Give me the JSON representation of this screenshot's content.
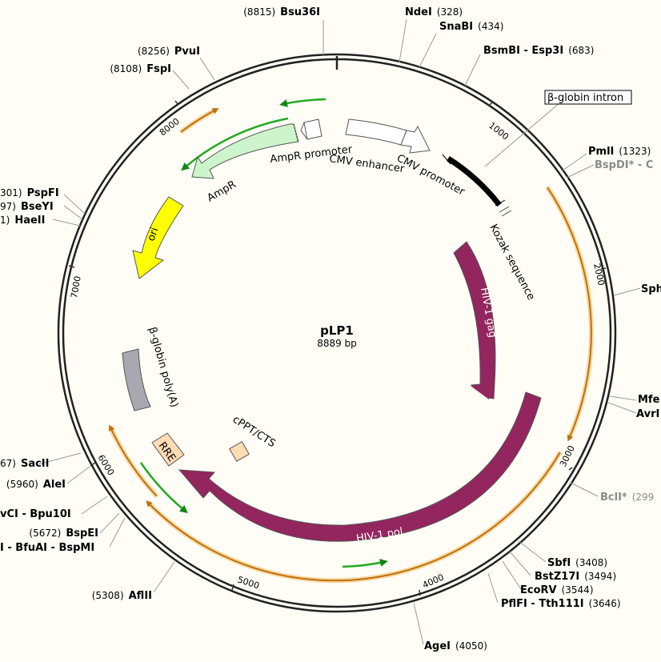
{
  "plasmid": {
    "name": "pLP1",
    "size_label": "8889 bp"
  },
  "ticks": [
    "1000",
    "2000",
    "3000",
    "4000",
    "5000",
    "6000",
    "7000",
    "8000"
  ],
  "sites": {
    "bsu36i": {
      "name": "Bsu36I",
      "pos": "(8815)"
    },
    "ndei": {
      "name": "NdeI",
      "pos": "(328)"
    },
    "snabi": {
      "name": "SnaBI",
      "pos": "(434)"
    },
    "bsmbi": {
      "name": "BsmBI - Esp3I",
      "pos": "(683)"
    },
    "pvui": {
      "name": "PvuI",
      "pos": "(8256)"
    },
    "fspi": {
      "name": "FspI",
      "pos": "(8108)"
    },
    "pmli": {
      "name": "PmlI",
      "pos": "(1323)"
    },
    "bspdi": {
      "name": "BspDI* - C"
    },
    "psp": {
      "name": "PspFI",
      "pos": "301)"
    },
    "bseyi": {
      "name": "BseYI",
      "pos": "97)"
    },
    "haeii": {
      "name": "HaeII",
      "pos": "1)"
    },
    "sph": {
      "name": "Sph"
    },
    "mfe": {
      "name": "Mfe"
    },
    "avr": {
      "name": "AvrI"
    },
    "bcli": {
      "name": "BclI*",
      "pos": "(299"
    },
    "sacii": {
      "name": "SacII",
      "pos": "67)"
    },
    "alei": {
      "name": "AleI",
      "pos": "(5960)"
    },
    "bpu10i": {
      "name": "vCI - Bpu10I"
    },
    "bspei": {
      "name": "BspEI",
      "pos": "(5672)"
    },
    "bfuai": {
      "name": "I - BfuAI - BspMI"
    },
    "aflii": {
      "name": "AflII",
      "pos": "(5308)"
    },
    "sbfi": {
      "name": "SbfI",
      "pos": "(3408)"
    },
    "bstz17i": {
      "name": "BstZ17I",
      "pos": "(3494)"
    },
    "ecorv": {
      "name": "EcoRV",
      "pos": "(3544)"
    },
    "pflfi": {
      "name": "PflFI - Tth111I",
      "pos": "(3646)"
    },
    "agei": {
      "name": "AgeI",
      "pos": "(4050)"
    }
  },
  "features": {
    "beta_globin_intron": "β-globin intron",
    "ampr_promoter": "AmpR promoter",
    "cmv_enhancer": "CMV enhancer",
    "cmv_promoter": "CMV promoter",
    "ampr": "AmpR",
    "ori": "ori",
    "kozak": "Kozak sequence",
    "gag": "HIV-1 gag",
    "pol": "HIV-1 pol",
    "polya": "β-globin poly(A)",
    "rre": "RRE",
    "cppt": "cPPT/CTS"
  },
  "colors": {
    "ampr": "#ccf5cc",
    "ori": "#ffff00",
    "hiv": "#93265e",
    "polya": "#a8a8b0",
    "rre": "#ffdcb4",
    "cmv": "#ffffff",
    "orf": "#e8a020",
    "primer": "#22aa22"
  }
}
